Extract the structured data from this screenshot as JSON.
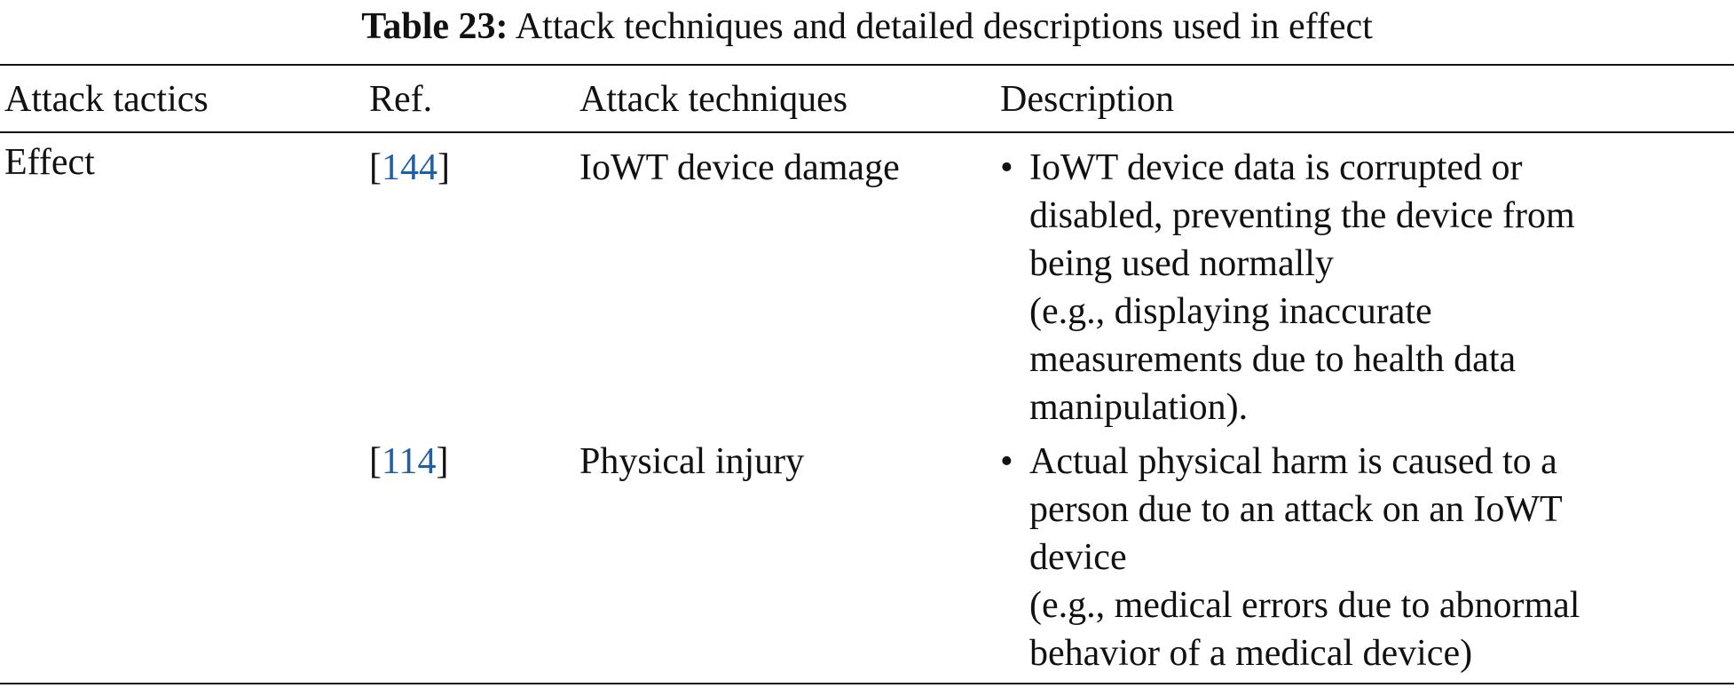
{
  "table": {
    "caption_label": "Table 23:",
    "caption_text": "Attack techniques and detailed descriptions used in effect",
    "headers": [
      "Attack tactics",
      "Ref.",
      "Attack techniques",
      "Description"
    ],
    "tactic": "Effect",
    "rows": [
      {
        "ref": "144",
        "technique": "IoWT device damage",
        "description_lines": [
          "IoWT device data is corrupted or",
          "disabled, preventing the device from",
          "being used normally",
          "(e.g., displaying inaccurate",
          "measurements due to health data",
          "manipulation)."
        ]
      },
      {
        "ref": "114",
        "technique": "Physical injury",
        "description_lines": [
          "Actual physical harm is caused to a",
          "person due to an attack on an IoWT",
          "device",
          "(e.g., medical errors due to abnormal",
          "behavior of a medical device)"
        ]
      }
    ],
    "bullet": "•",
    "ref_open": "[",
    "ref_close": "]"
  },
  "colors": {
    "text": "#111111",
    "link": "#1f5fa8"
  }
}
